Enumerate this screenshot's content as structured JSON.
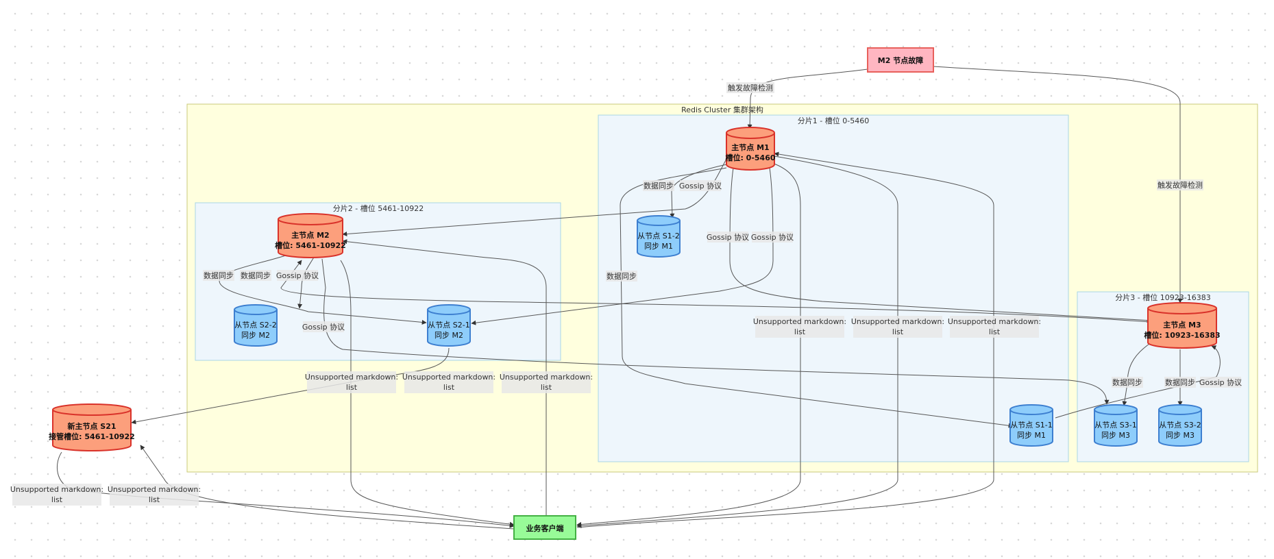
{
  "clusters": {
    "outer": "Redis Cluster 集群架构",
    "shard1": "分片1 - 槽位 0-5460",
    "shard2": "分片2 - 槽位 5461-10922",
    "shard3": "分片3 - 槽位 10923-16383"
  },
  "nodes": {
    "fault": "M2 节点故障",
    "m1": [
      "主节点 M1",
      "槽位: 0-5460"
    ],
    "m2": [
      "主节点 M2",
      "槽位: 5461-10922"
    ],
    "m3": [
      "主节点 M3",
      "槽位: 10923-16383"
    ],
    "s1_2": [
      "从节点 S1-2",
      "同步 M1"
    ],
    "s1_1": [
      "从节点 S1-1",
      "同步 M1"
    ],
    "s2_2": [
      "从节点 S2-2",
      "同步 M2"
    ],
    "s2_1": [
      "从节点 S2-1",
      "同步 M2"
    ],
    "s3_1": [
      "从节点 S3-1",
      "同步 M3"
    ],
    "s3_2": [
      "从节点 S3-2",
      "同步 M3"
    ],
    "s21": [
      "新主节点 S21",
      "接管槽位: 5461-10922"
    ],
    "client": "业务客户端"
  },
  "edge_labels": {
    "fault_detect": "触发故障检测",
    "data_sync": "数据同步",
    "gossip": "Gossip 协议",
    "unsupported_line1": "Unsupported markdown:",
    "unsupported_line2": "list"
  },
  "colors": {
    "master_fill": "#fc9f7c",
    "master_stroke": "#d9322a",
    "slave_fill": "#8ecdfb",
    "slave_stroke": "#3d7fd0",
    "fault_fill": "#ffb6c1",
    "fault_stroke": "#e8605b",
    "client_fill": "#98fb98",
    "client_stroke": "#43b043"
  }
}
